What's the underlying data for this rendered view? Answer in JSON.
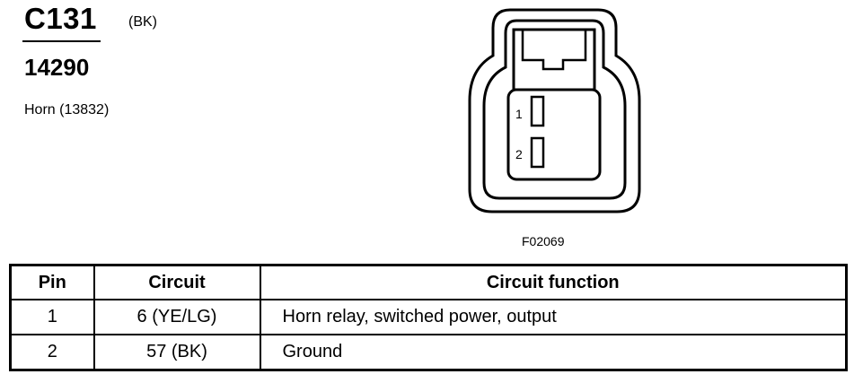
{
  "connector": {
    "id": "C131",
    "color_code": "(BK)",
    "part_number": "14290",
    "component": "Horn (13832)"
  },
  "diagram": {
    "figure_id": "F02069",
    "pins": [
      {
        "number": "1"
      },
      {
        "number": "2"
      }
    ]
  },
  "table": {
    "headers": {
      "pin": "Pin",
      "circuit": "Circuit",
      "function": "Circuit function"
    },
    "rows": [
      {
        "pin": "1",
        "circuit": "6 (YE/LG)",
        "function": "Horn relay, switched power, output"
      },
      {
        "pin": "2",
        "circuit": "57 (BK)",
        "function": "Ground"
      }
    ]
  }
}
